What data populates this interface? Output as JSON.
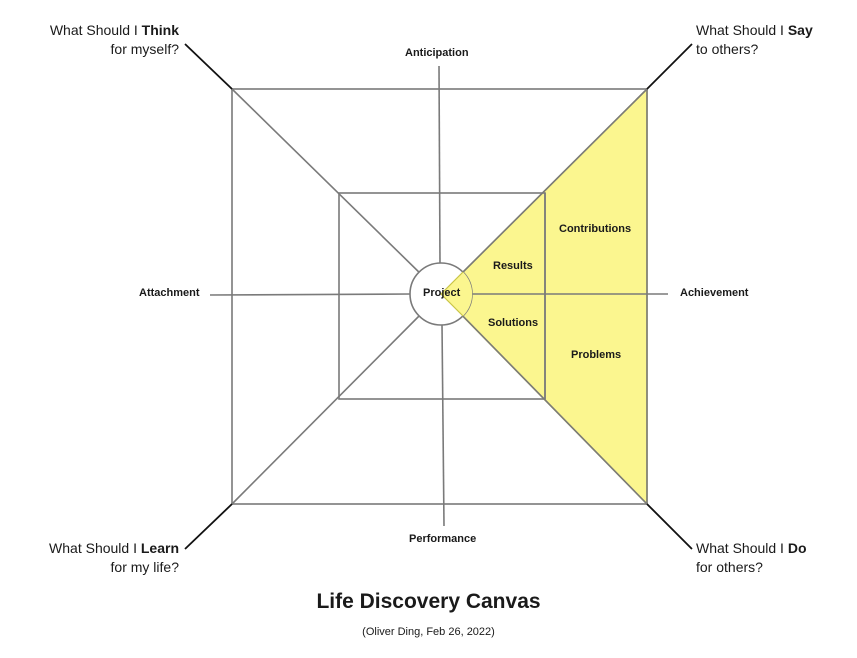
{
  "diagram": {
    "title": "Life Discovery Canvas",
    "credit": "(Oliver Ding, Feb 26, 2022)",
    "center": "Project",
    "axes": {
      "top": "Anticipation",
      "bottom": "Performance",
      "left": "Attachment",
      "right": "Achievement"
    },
    "regions": {
      "results": "Results",
      "solutions": "Solutions",
      "contributions": "Contributions",
      "problems": "Problems"
    },
    "corners": {
      "top_left": {
        "pre": "What Should I ",
        "em": "Think",
        "line2": "for myself?"
      },
      "top_right": {
        "pre": "What Should I ",
        "em": "Say",
        "line2": "to others?"
      },
      "bottom_left": {
        "pre": "What Should I ",
        "em": "Learn",
        "line2": "for my life?"
      },
      "bottom_right": {
        "pre": "What Should I ",
        "em": "Do",
        "line2": "for others?"
      }
    },
    "colors": {
      "highlight": "#fbf68f",
      "highlight_stroke": "#c9c445",
      "frame": "#7a7a7a",
      "leader": "#111111"
    }
  }
}
